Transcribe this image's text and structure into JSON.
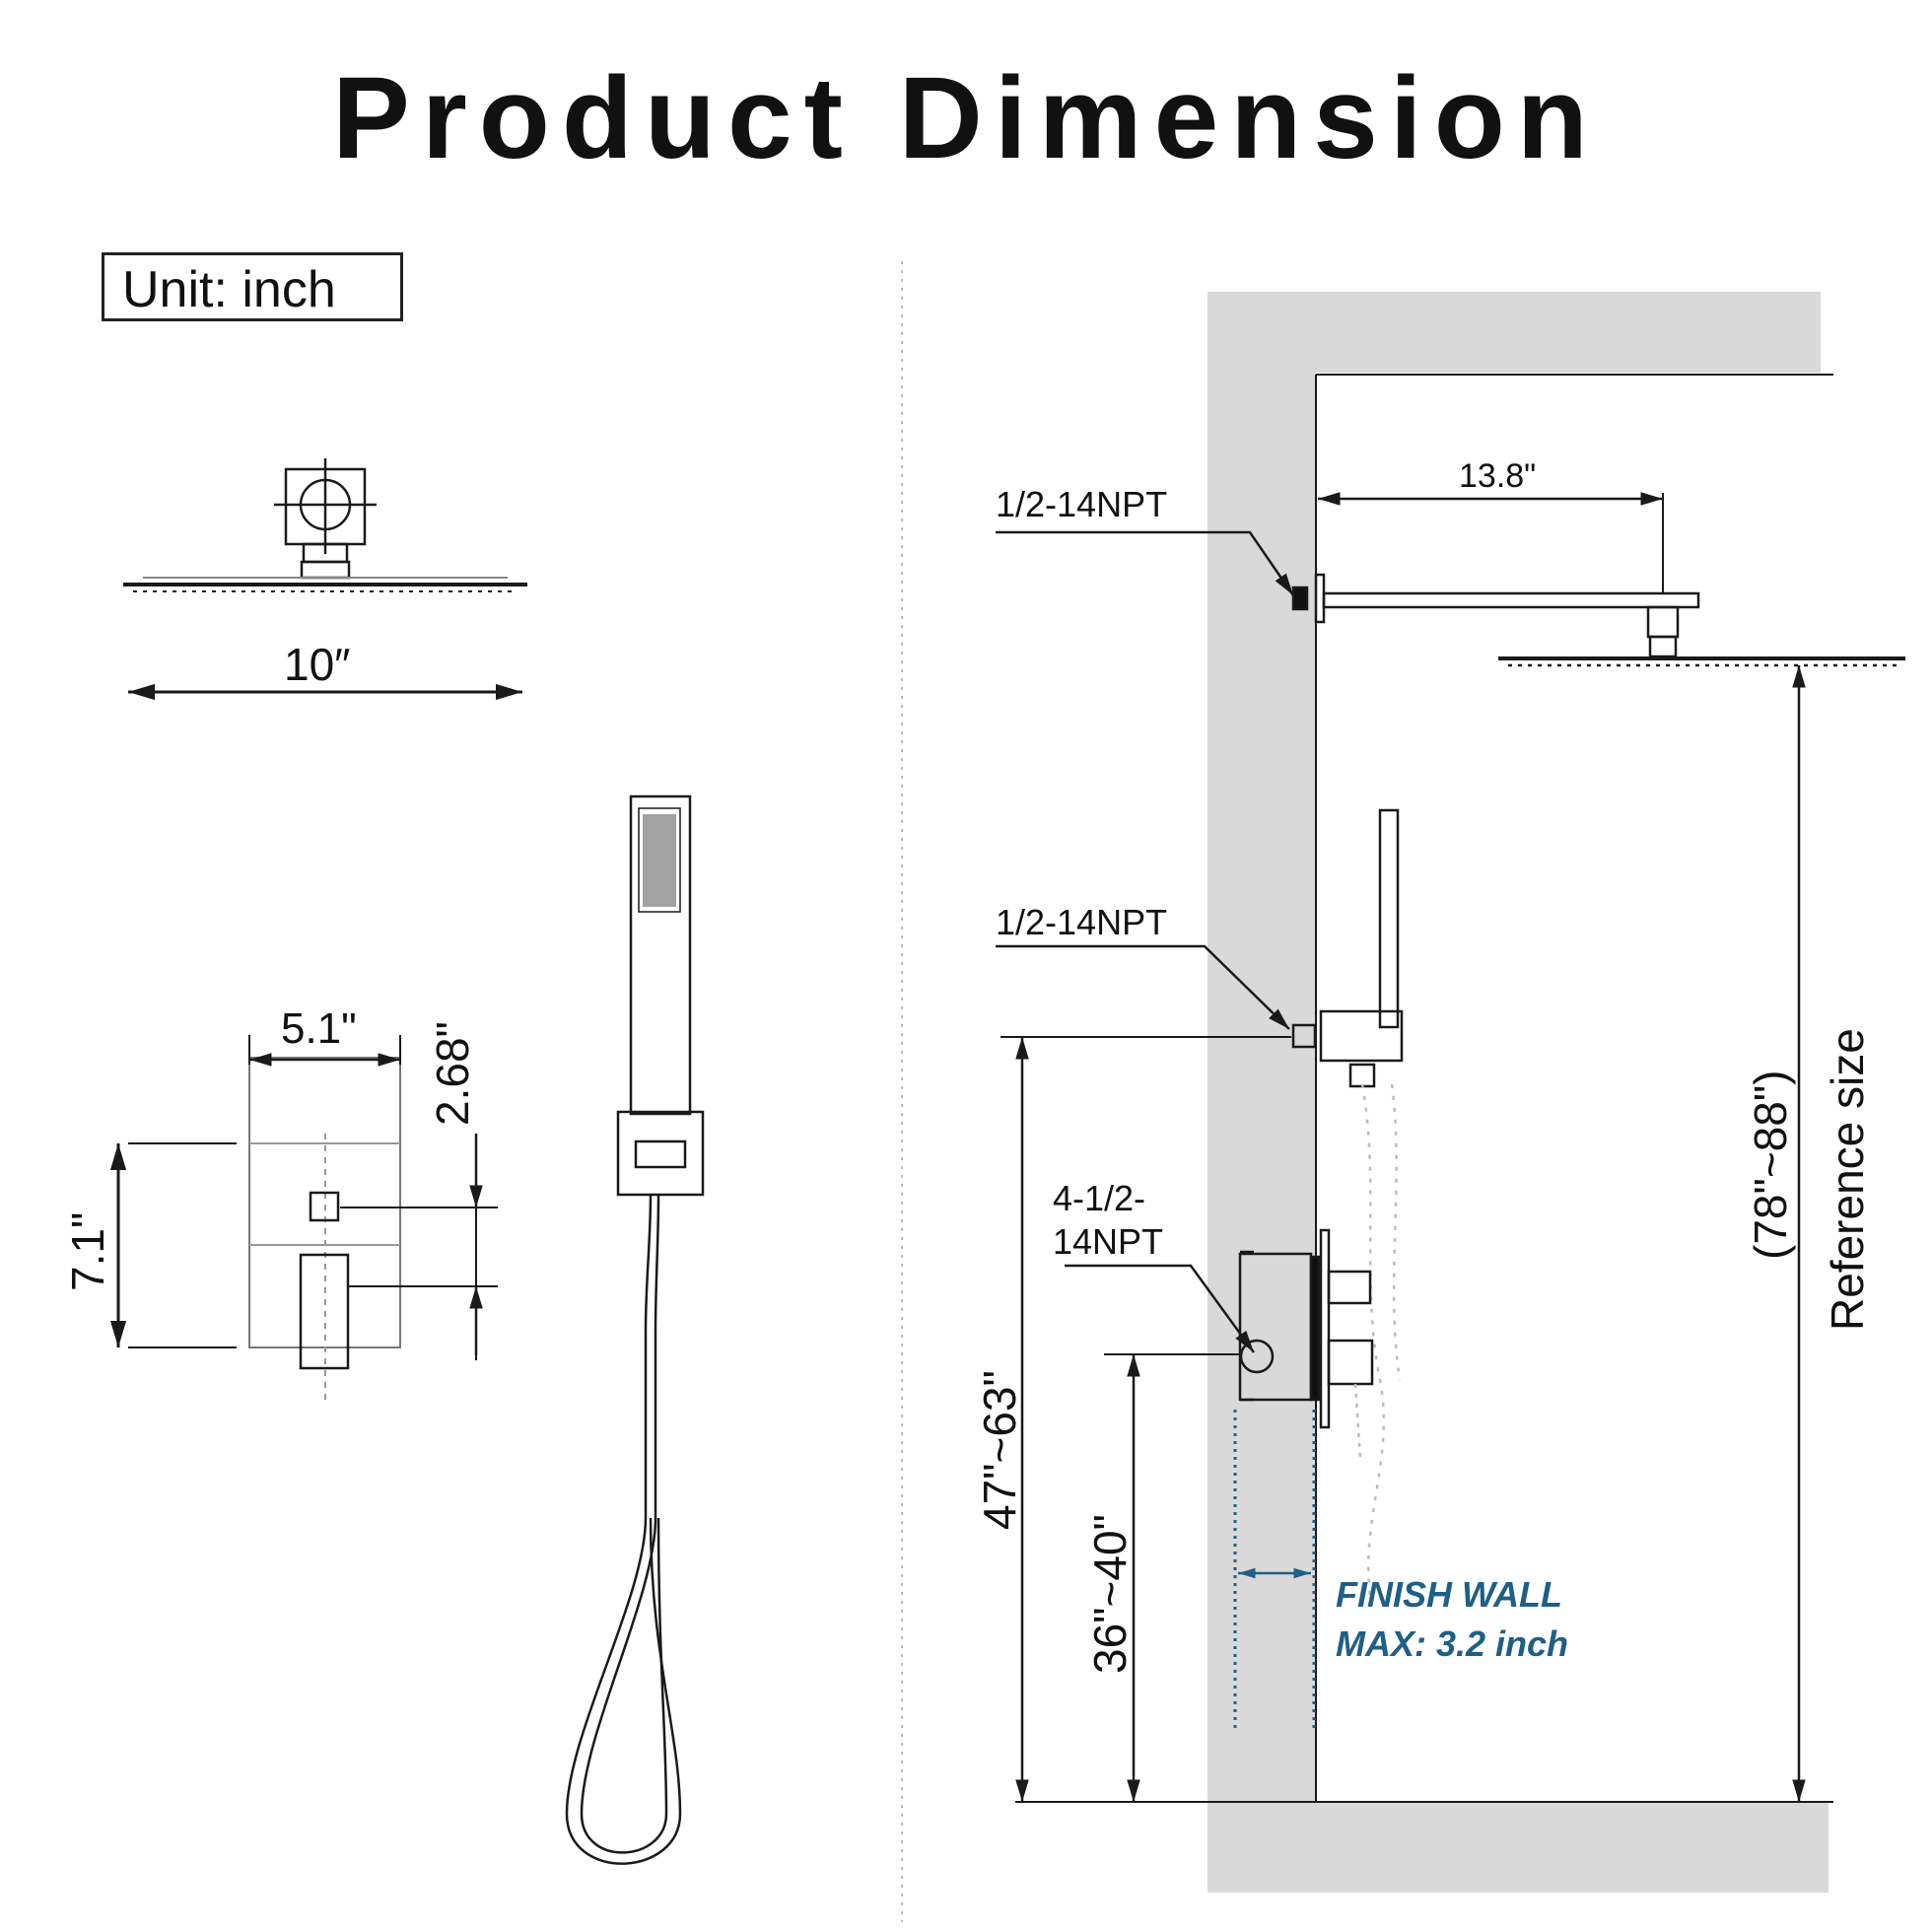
{
  "title": "Product Dimension",
  "unit_label": "Unit:  inch",
  "colors": {
    "wall": "#d9d9d9",
    "line": "#1a1a1a",
    "note": "#1f5f86"
  },
  "shower_head": {
    "width_label": "10″"
  },
  "valve": {
    "width_label": "5.1\"",
    "height_label": "7.1\"",
    "offset_label": "2.68\""
  },
  "side_view": {
    "arm_length_label": "13.8\"",
    "head_connection_label": "1/2-14NPT",
    "hand_connection_label": "1/2-14NPT",
    "valve_connection_line1": "4-1/2-",
    "valve_connection_line2": "14NPT",
    "hand_height_label": "47\"~63\"",
    "valve_height_label": "36\"~40\"",
    "head_height_label": "(78\"~88\")",
    "reference_label": "Reference size",
    "finish_wall_line1": "FINISH WALL",
    "finish_wall_line2": "MAX: 3.2 inch"
  }
}
